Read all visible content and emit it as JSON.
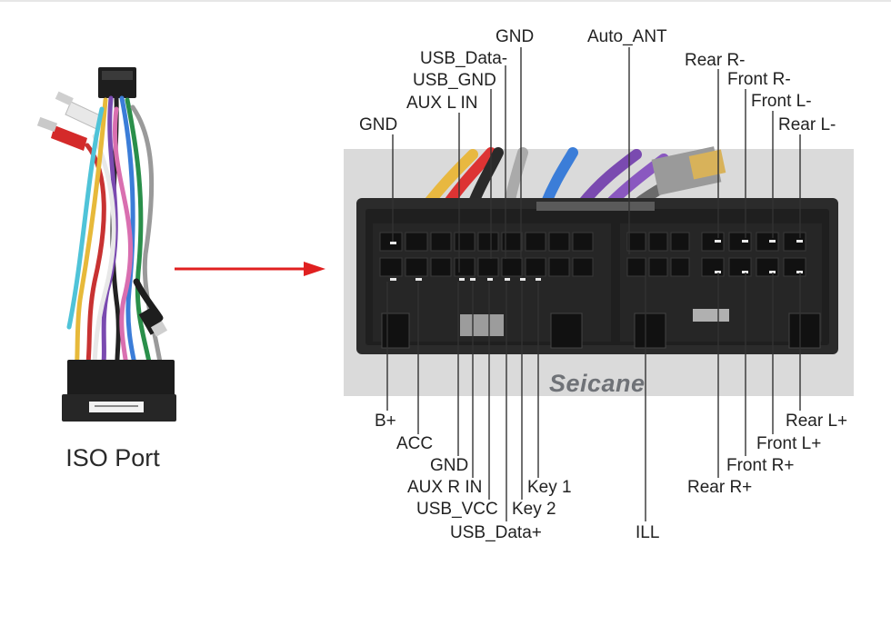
{
  "harness_caption": "ISO Port",
  "brand_watermark": "Seicane",
  "top_labels": {
    "gnd_top": "GND",
    "auto_ant": "Auto_ANT",
    "usb_data_minus": "USB_Data-",
    "usb_gnd": "USB_GND",
    "aux_l_in": "AUX L IN",
    "gnd_left": "GND",
    "rear_r_minus": "Rear R-",
    "front_r_minus": "Front R-",
    "front_l_minus": "Front L-",
    "rear_l_minus": "Rear L-"
  },
  "bottom_labels": {
    "b_plus": "B+",
    "acc": "ACC",
    "gnd_bottom": "GND",
    "aux_r_in": "AUX R IN",
    "usb_vcc": "USB_VCC",
    "usb_data_plus": "USB_Data+",
    "key_1": "Key 1",
    "key_2": "Key 2",
    "ill": "ILL",
    "rear_l_plus": "Rear L+",
    "front_l_plus": "Front L+",
    "front_r_plus": "Front R+",
    "rear_r_plus": "Rear R+"
  },
  "colors": {
    "arrow": "#e02020",
    "leader_line": "#333333",
    "connector_body": "#2b2b2b",
    "photo_background": "#dadada"
  }
}
